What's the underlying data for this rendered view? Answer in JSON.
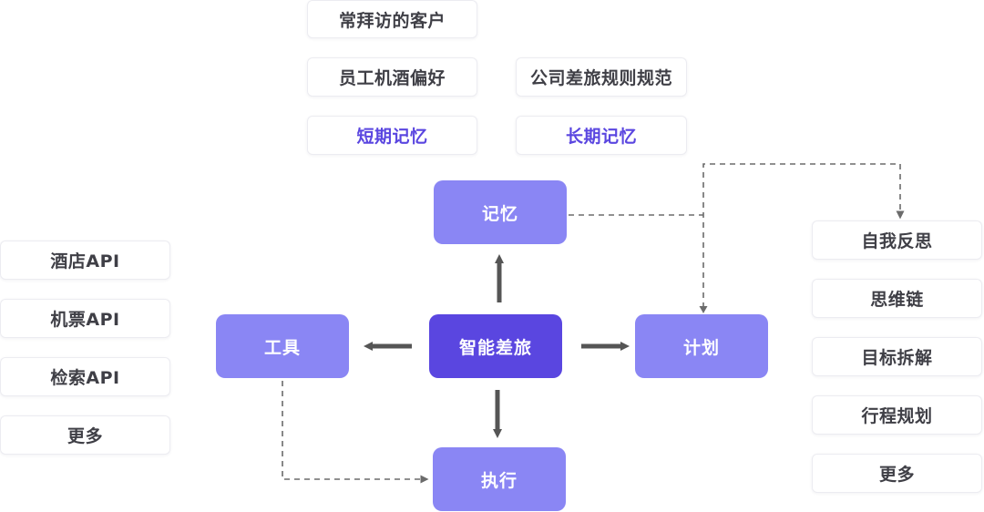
{
  "center": {
    "label": "智能差旅"
  },
  "nodes": {
    "memory": {
      "label": "记忆"
    },
    "tools": {
      "label": "工具"
    },
    "plan": {
      "label": "计划"
    },
    "execute": {
      "label": "执行"
    }
  },
  "memory_groups": {
    "short_term": {
      "title": "短期记忆",
      "items": [
        "常拜访的客户",
        "员工机酒偏好"
      ]
    },
    "long_term": {
      "title": "长期记忆",
      "items": [
        "公司差旅规则规范"
      ]
    }
  },
  "tool_items": [
    "酒店API",
    "机票API",
    "检索API",
    "更多"
  ],
  "plan_items": [
    "自我反思",
    "思维链",
    "目标拆解",
    "行程规划",
    "更多"
  ],
  "colors": {
    "center_fill": "#5a46e0",
    "node_fill": "#8a86f4",
    "group_title": "#5a46e0",
    "arrow": "#555555",
    "dashed": "#6b6b6b"
  }
}
